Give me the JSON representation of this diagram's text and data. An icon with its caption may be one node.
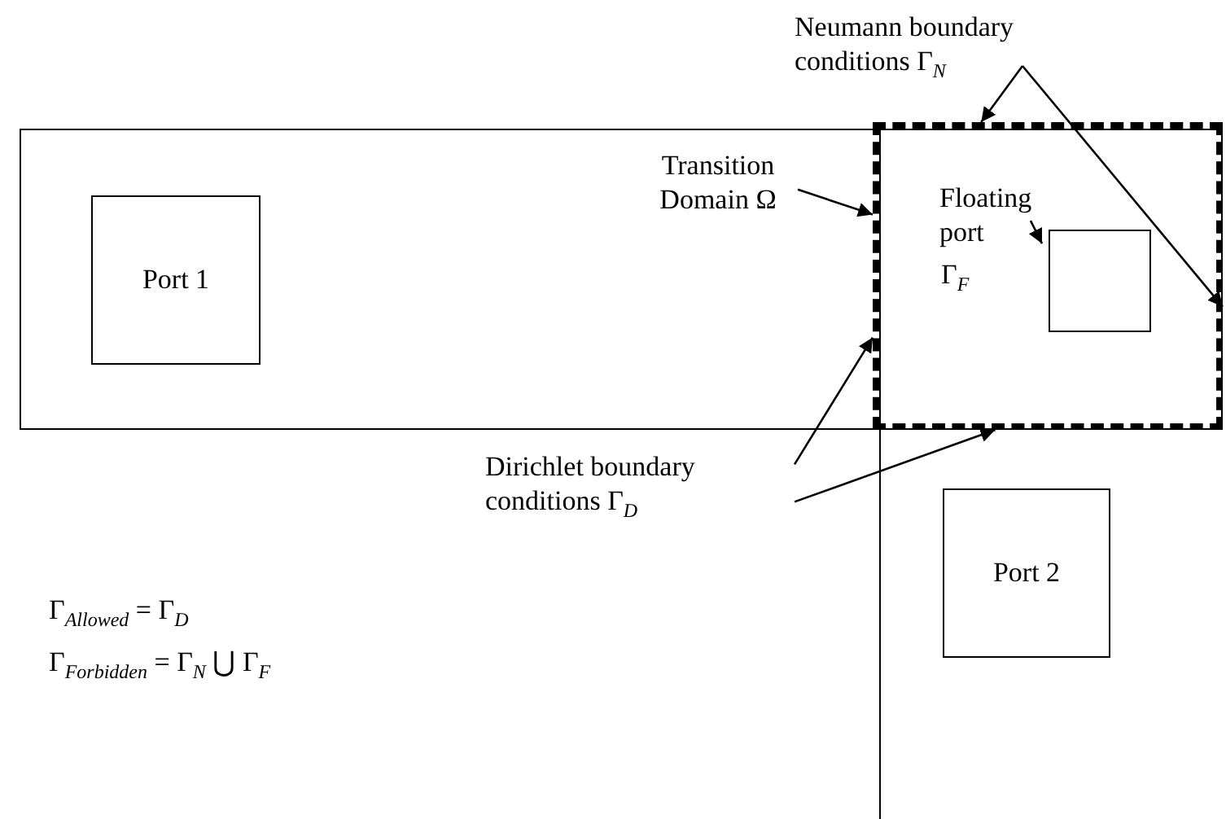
{
  "diagram": {
    "nodes": [
      {
        "text": [],
        "shape": "box"
      },
      {
        "text": [
          "Port 1"
        ],
        "in": 0
      },
      {
        "text": [],
        "shape": "box"
      },
      {
        "text": [
          "Port 2"
        ],
        "in": 2
      },
      {
        "text": [],
        "shape": "box"
      },
      {
        "text": [],
        "shape": "box",
        "in": 4
      },
      {
        "text": [
          "Neumann boundary conditions Γ$_{N}$"
        ]
      },
      {
        "text": [
          "Transition Domain Ω"
        ],
        "in": 0
      },
      {
        "text": [
          "Floating port"
        ],
        "in": 4
      },
      {
        "text": [
          "Dirichlet boundary conditions Γ$_{D}$"
        ]
      }
    ],
    "edges": [
      {
        "from": 6,
        "to": 4,
        "arrow": "to"
      },
      {
        "from": 6,
        "to": 4,
        "arrow": "to"
      },
      {
        "from": 7,
        "to": 4,
        "arrow": "to"
      },
      {
        "from": 8,
        "to": 5,
        "arrow": "to"
      },
      {
        "from": 9,
        "to": 4,
        "arrow": "to"
      },
      {
        "from": 9,
        "to": 4,
        "arrow": "to"
      }
    ],
    "labels": [
      "Γ$_{F}$",
      "Γ$_{Allowed}$ = Γ$_{D}$",
      "Γ$_{Forbidden}$ = Γ$_{N}$ ⋃ Γ$_{F}$"
    ]
  }
}
